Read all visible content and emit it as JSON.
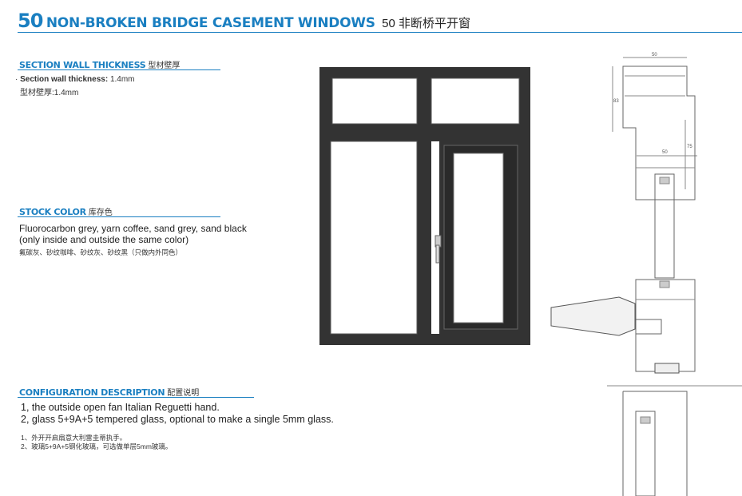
{
  "header": {
    "number": "50",
    "title_en": "NON-BROKEN BRIDGE CASEMENT WINDOWS",
    "title_cn": "50 非断桥平开窗"
  },
  "wall_thickness": {
    "heading_en": "SECTION WALL THICKNESS",
    "heading_cn": "型材壁厚",
    "line_label": "Section wall thickness:",
    "line_value": "1.4mm",
    "line_cn": "型材壁厚:1.4mm"
  },
  "stock_color": {
    "heading_en": "STOCK COLOR",
    "heading_cn": "库存色",
    "lines": [
      "Fluorocarbon grey, yarn coffee, sand grey, sand black",
      "(only inside and outside the same color)"
    ],
    "line_cn": "氟碳灰、砂纹咖啡、砂纹灰、砂纹黑（只做内外同色）"
  },
  "configuration": {
    "heading_en": "CONFIGURATION DESCRIPTION",
    "heading_cn": "配置说明",
    "lines": [
      "1, the outside open fan Italian Reguetti hand.",
      "2, glass 5+9A+5 tempered glass, optional to make a single 5mm glass."
    ],
    "lines_cn": [
      "1、外开开启扇意大利雷圭蒂执手。",
      "2、玻璃5+9A+5钢化玻璃，可选做单层5mm玻璃。"
    ]
  },
  "profile_drawing": {
    "dimensions": [
      "50",
      "83",
      "75",
      "50"
    ]
  },
  "colors": {
    "accent": "#1a7fc1",
    "frame": "#333333"
  }
}
